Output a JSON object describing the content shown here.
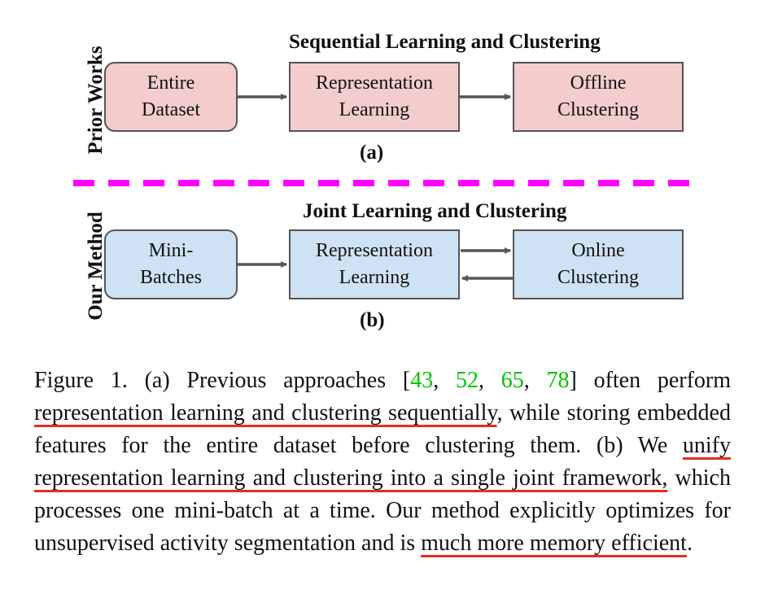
{
  "figure": {
    "side_labels": {
      "prior": "Prior Works",
      "ours": "Our Method"
    },
    "panel_a": {
      "title": "Sequential Learning and Clustering",
      "boxes": [
        "Entire\nDataset",
        "Representation\nLearning",
        "Offline\nClustering"
      ],
      "label": "(a)"
    },
    "panel_b": {
      "title": "Joint Learning and Clustering",
      "boxes": [
        "Mini-\nBatches",
        "Representation\nLearning",
        "Online\nClustering"
      ],
      "label": "(b)"
    },
    "colors": {
      "panel_a_fill": "#f4cccc",
      "panel_b_fill": "#cfe2f3",
      "divider": "#ff00ff",
      "citation": "#00c400",
      "underline": "#e0301e"
    }
  },
  "caption": {
    "t1": "Figure 1.  (a) Previous approaches [",
    "c1": "43",
    "s1": ", ",
    "c2": "52",
    "s2": ", ",
    "c3": "65",
    "s3": ", ",
    "c4": "78",
    "t2": "] often perform ",
    "u1": "representation learning and clustering sequentially",
    "t3": ", while storing embedded features for the entire dataset before clustering them. (b) We ",
    "u2": "unify representation learning and clustering into a single joint framework,",
    "t4": " which processes one mini-batch at a time.  Our method explicitly optimizes for unsupervised activity segmentation and is ",
    "u3": "much more memory efficient",
    "t5": "."
  }
}
